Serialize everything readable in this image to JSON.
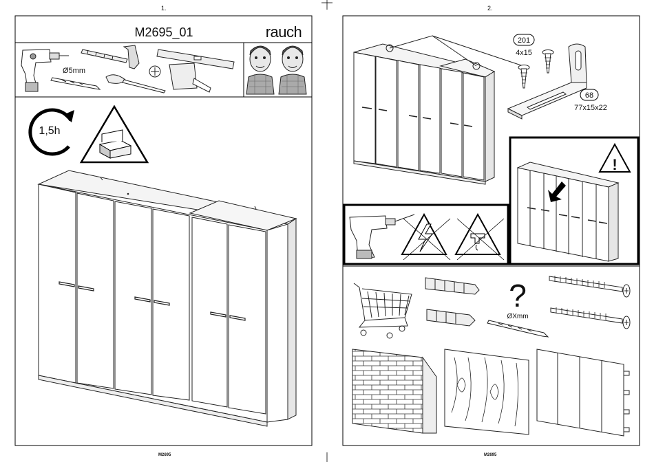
{
  "page1": {
    "page_number": "1.",
    "model": "M2695_01",
    "brand": "rauch",
    "drill_size": "Ø5mm",
    "duration": "1,5h",
    "footer": "M2695"
  },
  "page2": {
    "page_number": "2.",
    "part_a_number": "201",
    "part_a_size": "4x15",
    "part_b_number": "68",
    "part_b_size": "77x15x22",
    "unknown_drill": "ØXmm",
    "question_mark": "?",
    "warning_mark": "!",
    "footer": "M2695"
  }
}
